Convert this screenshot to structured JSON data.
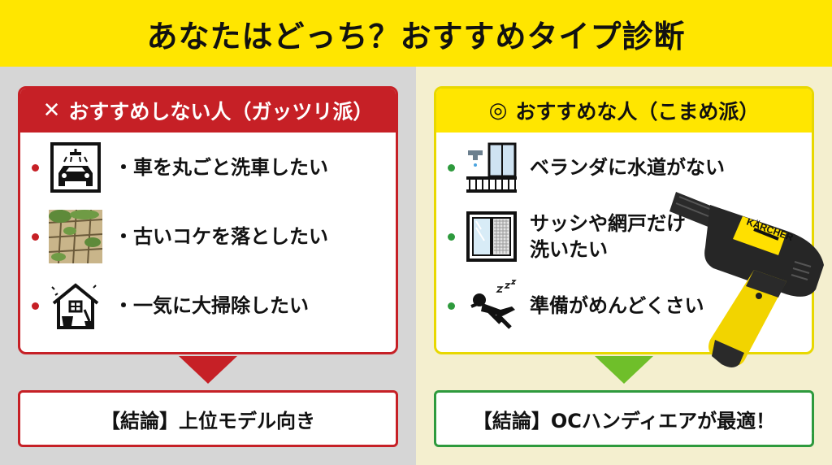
{
  "header": {
    "title": "あなたはどっち？おすすめタイプ診断"
  },
  "left_panel": {
    "mark": "✕",
    "title": "おすすめしない人（ガッツリ派）",
    "items": [
      {
        "icon": "car-wash-icon",
        "text": "・車を丸ごと洗車したい"
      },
      {
        "icon": "mossy-tiles-icon",
        "text": "・古いコケを落としたい"
      },
      {
        "icon": "house-cleaning-icon",
        "text": "・一気に大掃除したい"
      }
    ],
    "conclusion": "【結論】上位モデル向き"
  },
  "right_panel": {
    "mark": "◎",
    "title": "おすすめな人（こまめ派）",
    "items": [
      {
        "icon": "balcony-faucet-icon",
        "text": "ベランダに水道がない"
      },
      {
        "icon": "window-sash-icon",
        "text": "サッシや網戸だけ洗いたい"
      },
      {
        "icon": "lazy-person-icon",
        "text": "準備がめんどくさい"
      }
    ],
    "conclusion": "【結論】OCハンディエアが最適！"
  },
  "product": {
    "brand": "KÄRCHER",
    "icon": "handheld-pressure-washer-icon"
  },
  "colors": {
    "yellow": "#ffe600",
    "red": "#c62026",
    "green": "#2e9a3d",
    "arrow_green": "#6fbf2a",
    "gray_bg": "#d6d6d6",
    "cream_bg": "#f4efcf"
  }
}
